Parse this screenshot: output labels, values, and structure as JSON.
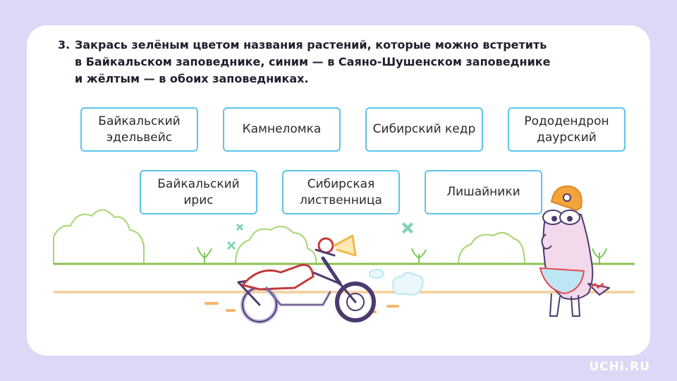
{
  "task": {
    "number": "3.",
    "lines": [
      "Закрась зелёным цветом названия растений, которые можно встретить",
      "в Байкальском заповеднике, синим — в Саяно-Шушенском заповеднике",
      "и жёлтым — в обоих заповедниках."
    ]
  },
  "plants": [
    "Байкальский\nэдельвейс",
    "Камнеломка",
    "Сибирский кедр",
    "Рододендрон\nдаурский",
    "Байкальский\nирис",
    "Сибирская\nлиственница",
    "Лишайники"
  ],
  "logo": "UCHi.RU",
  "colors": {
    "background": "#dcd8f5",
    "card": "#ffffff",
    "box_border": "#5fc4ea",
    "ground_line": "#8cc152",
    "road": "#f5d3a6"
  }
}
